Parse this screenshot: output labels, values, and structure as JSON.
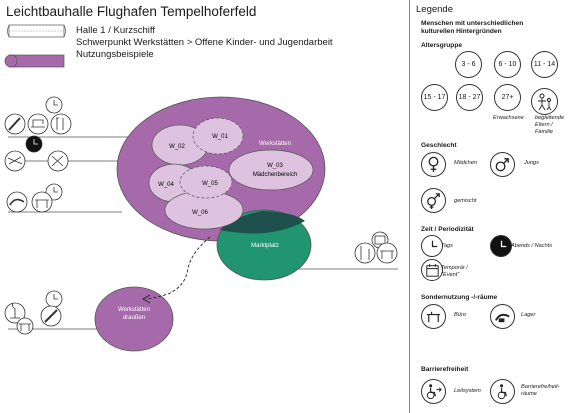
{
  "title": "Leichtbauhalle Flughafen Tempelhoferfeld",
  "hall": "Halle 1 / Kurzschiff",
  "focus": "Schwerpunkt Werkstätten > Offene Kinder- und Jugendarbeit",
  "examples": "Nutzungsbeispiele",
  "zones": {
    "werkstaetten": "Werkstätten",
    "w01": "W_01",
    "w02": "W_02",
    "w03": "W_03",
    "maedchenbereich": "Mädchenbereich",
    "w04": "W_04",
    "w05": "W_05",
    "w06": "W_06",
    "marktplatz": "Marktplatz",
    "draussen_1": "Werkstätten",
    "draussen_2": "draußen"
  },
  "legend": {
    "title": "Legende",
    "background_1": "Menschen mit unterschiedlichen",
    "background_2": "kulturellen Hintergründen",
    "age_header": "Altersgruppe",
    "ages": [
      "3 - 6",
      "6 - 10",
      "11 - 14",
      "15 - 17",
      "18 - 27",
      "27+"
    ],
    "adults": "Erwachsene",
    "parents_1": "begleitende",
    "parents_2": "Eltern /",
    "parents_3": "Familie",
    "gender_header": "Geschlecht",
    "girls": "Mädchen",
    "boys": "Jungs",
    "mixed": "gemischt",
    "time_header": "Zeit / Periodizität",
    "day": "Tags",
    "night": "Abends / Nachts",
    "temp_1": "Temporär /",
    "temp_2": "\"Event\"",
    "special_header": "Sondernutzung -/-räume",
    "office": "Büro",
    "storage": "Lager",
    "access_header": "Barrierefreiheit",
    "guidance": "Leitsystem",
    "access_rooms_1": "Barrierefreiheit-",
    "access_rooms_2": "räume"
  },
  "colors": {
    "purple": "#a66aab",
    "light_purple": "#ddc3df",
    "green": "#21956f",
    "dark_overlap": "#1d4f4d"
  }
}
